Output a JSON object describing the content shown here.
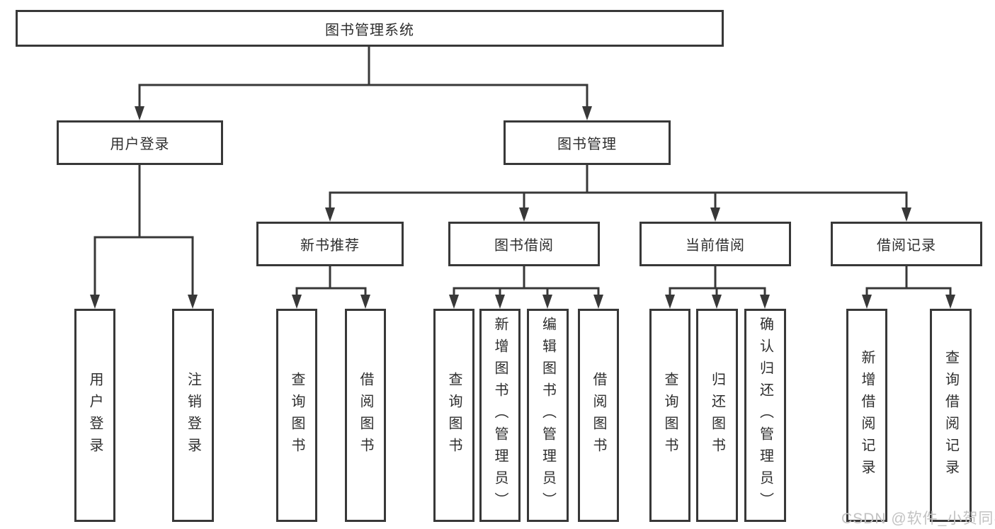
{
  "diagram": {
    "root": {
      "label": "图书管理系统"
    },
    "level2": [
      {
        "label": "用户登录"
      },
      {
        "label": "图书管理"
      }
    ],
    "level3": [
      {
        "label": "新书推荐"
      },
      {
        "label": "图书借阅"
      },
      {
        "label": "当前借阅"
      },
      {
        "label": "借阅记录"
      }
    ],
    "leaves": {
      "user_login": [
        "用户登录",
        "注销登录"
      ],
      "new_book_recommend": [
        "查询图书",
        "借阅图书"
      ],
      "book_borrow": [
        "查询图书",
        "新增图书（管理员）",
        "编辑图书（管理员）",
        "借阅图书"
      ],
      "current_borrow": [
        "查询图书",
        "归还图书",
        "确认归还（管理员）"
      ],
      "borrow_records": [
        "新增借阅记录",
        "查询借阅记录"
      ]
    }
  },
  "watermark": {
    "text": "CSDN @软件_小贺同学",
    "color": "#c2c2c2"
  },
  "colors": {
    "line": "#383838",
    "text": "#2e2e2e",
    "background": "#ffffff"
  }
}
